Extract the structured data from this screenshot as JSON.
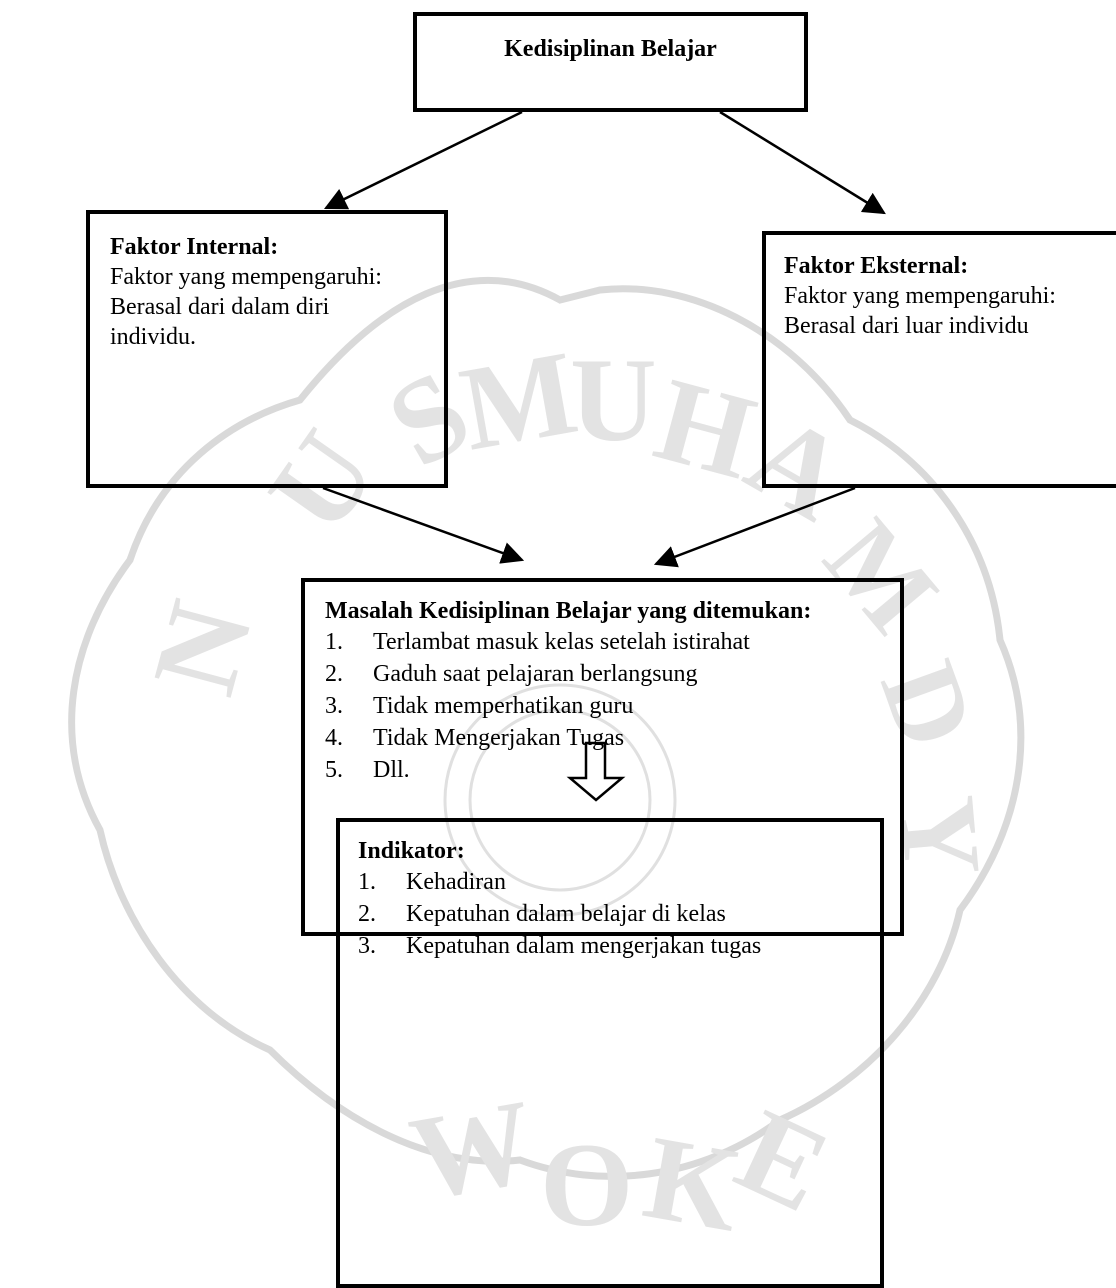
{
  "diagram": {
    "top_box": {
      "title": "Kedisiplinan Belajar"
    },
    "internal_box": {
      "title": "Faktor Internal:",
      "lines": [
        "Faktor yang mempengaruhi:",
        "Berasal dari dalam diri",
        "individu."
      ]
    },
    "external_box": {
      "title": "Faktor Eksternal:",
      "lines": [
        "Faktor yang mempengaruhi:",
        "Berasal dari luar individu"
      ]
    },
    "masalah_box": {
      "title": "Masalah Kedisiplinan Belajar yang ditemukan:",
      "items": [
        {
          "num": "1.",
          "text": "Terlambat masuk kelas setelah istirahat"
        },
        {
          "num": "2.",
          "text": "Gaduh saat pelajaran berlangsung"
        },
        {
          "num": "3.",
          "text": "Tidak memperhatikan guru"
        },
        {
          "num": "4.",
          "text": "Tidak Mengerjakan Tugas"
        },
        {
          "num": "5.",
          "text": "Dll."
        }
      ]
    },
    "indikator_box": {
      "title": "Indikator:",
      "items": [
        {
          "num": "1.",
          "text": "Kehadiran"
        },
        {
          "num": "2.",
          "text": "Kepatuhan dalam belajar di kelas"
        },
        {
          "num": "3.",
          "text": "Kepatuhan dalam mengerjakan tugas"
        }
      ]
    },
    "watermark": {
      "text_top": "UNIVERSITAS MUHAMMADIYAH",
      "text_bottom": "PURWOKERTO",
      "color": "#d9d9d9"
    }
  }
}
